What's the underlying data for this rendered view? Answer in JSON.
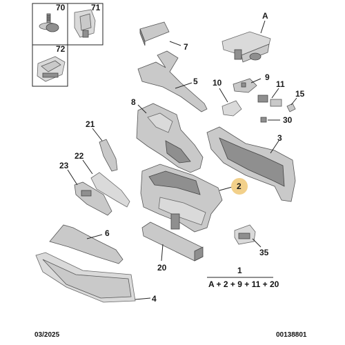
{
  "callouts": {
    "c70": "70",
    "c71": "71",
    "c72": "72",
    "cA": "A",
    "c7": "7",
    "c5": "5",
    "c10": "10",
    "c9": "9",
    "c11": "11",
    "c15": "15",
    "c30": "30",
    "c8": "8",
    "c21": "21",
    "c3": "3",
    "c22": "22",
    "c23": "23",
    "c2": "2",
    "c6": "6",
    "c35": "35",
    "c20": "20",
    "c1": "1",
    "c4": "4"
  },
  "formula": "A + 2 + 9 + 11 + 20",
  "footer": {
    "date": "03/2025",
    "reference": "00138801"
  },
  "colors": {
    "highlight": "#f2d08a",
    "part_fill": "#c9c9c9",
    "line": "#222222"
  }
}
